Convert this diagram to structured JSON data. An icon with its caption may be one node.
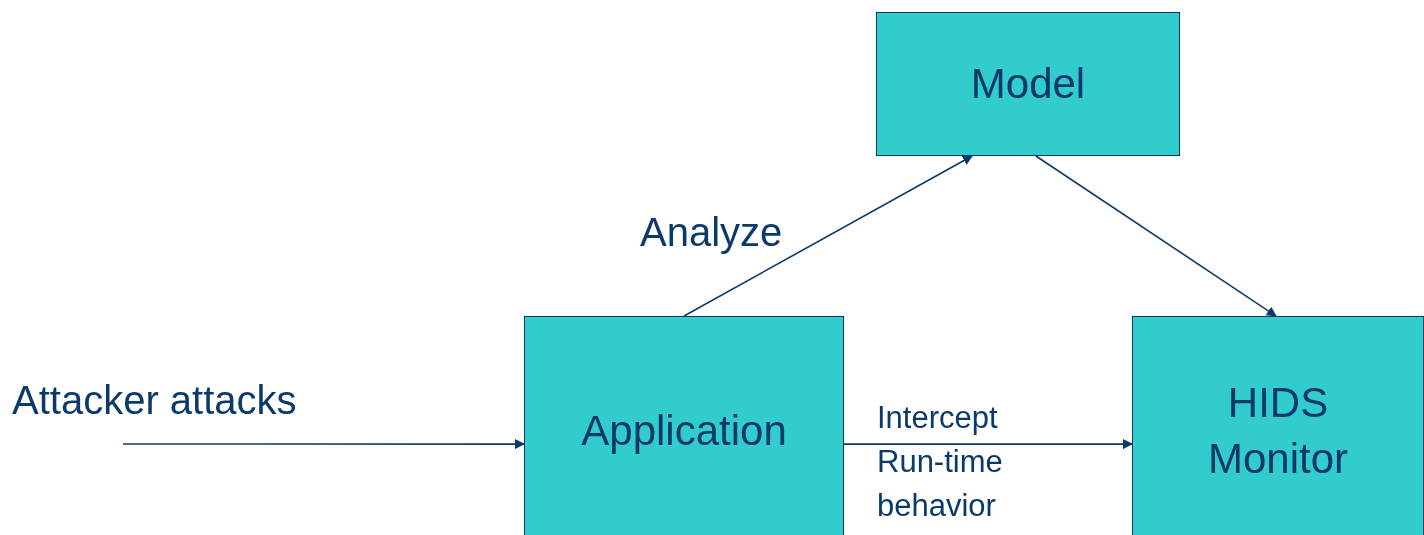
{
  "diagram": {
    "nodes": [
      {
        "text": [
          "Model"
        ]
      },
      {
        "text": [
          "Application"
        ]
      },
      {
        "text": [
          "HIDS Monitor"
        ]
      }
    ],
    "edges": [
      {
        "from": null,
        "to": 1,
        "arrow": "to",
        "label": "Attacker attacks"
      },
      {
        "from": 1,
        "to": 0,
        "arrow": "to",
        "label": "Analyze"
      },
      {
        "from": 0,
        "to": 2,
        "arrow": "to"
      },
      {
        "from": 1,
        "to": 2,
        "arrow": "to",
        "label": "Intercept Run-time behavior"
      }
    ]
  }
}
